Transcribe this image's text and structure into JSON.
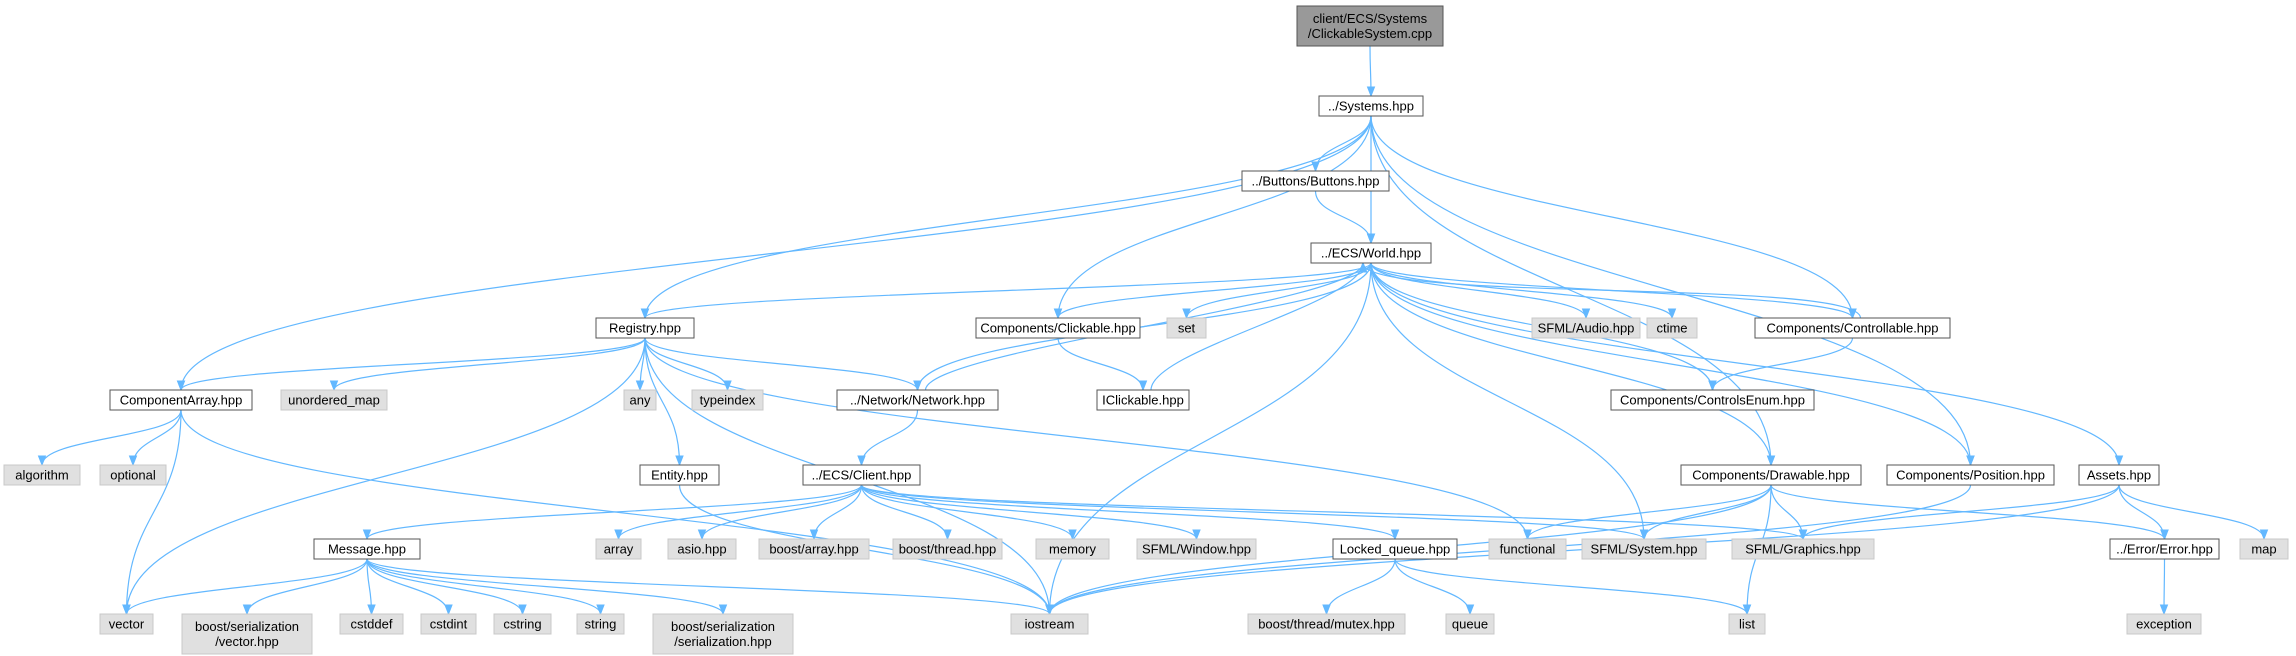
{
  "diagram": {
    "nodes": [
      {
        "id": "root",
        "label": [
          "client/ECS/Systems",
          "/ClickableSystem.cpp"
        ],
        "kind": "root"
      },
      {
        "id": "systems",
        "label": [
          "../Systems.hpp"
        ],
        "kind": "main"
      },
      {
        "id": "buttons",
        "label": [
          "../Buttons/Buttons.hpp"
        ],
        "kind": "main"
      },
      {
        "id": "world",
        "label": [
          "../ECS/World.hpp"
        ],
        "kind": "main"
      },
      {
        "id": "registry",
        "label": [
          "Registry.hpp"
        ],
        "kind": "main"
      },
      {
        "id": "clickable",
        "label": [
          "Components/Clickable.hpp"
        ],
        "kind": "main"
      },
      {
        "id": "set",
        "label": [
          "set"
        ],
        "kind": "ext"
      },
      {
        "id": "sfaudio",
        "label": [
          "SFML/Audio.hpp"
        ],
        "kind": "ext"
      },
      {
        "id": "ctime",
        "label": [
          "ctime"
        ],
        "kind": "ext"
      },
      {
        "id": "controllable",
        "label": [
          "Components/Controllable.hpp"
        ],
        "kind": "main"
      },
      {
        "id": "comparray",
        "label": [
          "ComponentArray.hpp"
        ],
        "kind": "main"
      },
      {
        "id": "unordered",
        "label": [
          "unordered_map"
        ],
        "kind": "ext"
      },
      {
        "id": "any",
        "label": [
          "any"
        ],
        "kind": "ext"
      },
      {
        "id": "typeindex",
        "label": [
          "typeindex"
        ],
        "kind": "ext"
      },
      {
        "id": "network",
        "label": [
          "../Network/Network.hpp"
        ],
        "kind": "main"
      },
      {
        "id": "iclickable",
        "label": [
          "IClickable.hpp"
        ],
        "kind": "main"
      },
      {
        "id": "controlsenum",
        "label": [
          "Components/ControlsEnum.hpp"
        ],
        "kind": "main"
      },
      {
        "id": "algorithm",
        "label": [
          "algorithm"
        ],
        "kind": "ext"
      },
      {
        "id": "optional",
        "label": [
          "optional"
        ],
        "kind": "ext"
      },
      {
        "id": "entity",
        "label": [
          "Entity.hpp"
        ],
        "kind": "main"
      },
      {
        "id": "client",
        "label": [
          "../ECS/Client.hpp"
        ],
        "kind": "main"
      },
      {
        "id": "drawable",
        "label": [
          "Components/Drawable.hpp"
        ],
        "kind": "main"
      },
      {
        "id": "position",
        "label": [
          "Components/Position.hpp"
        ],
        "kind": "main"
      },
      {
        "id": "assets",
        "label": [
          "Assets.hpp"
        ],
        "kind": "main"
      },
      {
        "id": "message",
        "label": [
          "Message.hpp"
        ],
        "kind": "main"
      },
      {
        "id": "array",
        "label": [
          "array"
        ],
        "kind": "ext"
      },
      {
        "id": "asio",
        "label": [
          "asio.hpp"
        ],
        "kind": "ext"
      },
      {
        "id": "boostarray",
        "label": [
          "boost/array.hpp"
        ],
        "kind": "ext"
      },
      {
        "id": "boostthread",
        "label": [
          "boost/thread.hpp"
        ],
        "kind": "ext"
      },
      {
        "id": "memory",
        "label": [
          "memory"
        ],
        "kind": "ext"
      },
      {
        "id": "sfwindow",
        "label": [
          "SFML/Window.hpp"
        ],
        "kind": "ext"
      },
      {
        "id": "lockedqueue",
        "label": [
          "Locked_queue.hpp"
        ],
        "kind": "main"
      },
      {
        "id": "functional",
        "label": [
          "functional"
        ],
        "kind": "ext"
      },
      {
        "id": "sfsystem",
        "label": [
          "SFML/System.hpp"
        ],
        "kind": "ext"
      },
      {
        "id": "sfgraphics",
        "label": [
          "SFML/Graphics.hpp"
        ],
        "kind": "ext"
      },
      {
        "id": "error",
        "label": [
          "../Error/Error.hpp"
        ],
        "kind": "main"
      },
      {
        "id": "map",
        "label": [
          "map"
        ],
        "kind": "ext"
      },
      {
        "id": "vector",
        "label": [
          "vector"
        ],
        "kind": "ext"
      },
      {
        "id": "boostservec",
        "label": [
          "boost/serialization",
          "/vector.hpp"
        ],
        "kind": "ext"
      },
      {
        "id": "cstddef",
        "label": [
          "cstddef"
        ],
        "kind": "ext"
      },
      {
        "id": "cstdint",
        "label": [
          "cstdint"
        ],
        "kind": "ext"
      },
      {
        "id": "cstring",
        "label": [
          "cstring"
        ],
        "kind": "ext"
      },
      {
        "id": "string",
        "label": [
          "string"
        ],
        "kind": "ext"
      },
      {
        "id": "boostserser",
        "label": [
          "boost/serialization",
          "/serialization.hpp"
        ],
        "kind": "ext"
      },
      {
        "id": "iostream",
        "label": [
          "iostream"
        ],
        "kind": "ext"
      },
      {
        "id": "boostmutex",
        "label": [
          "boost/thread/mutex.hpp"
        ],
        "kind": "ext"
      },
      {
        "id": "queue",
        "label": [
          "queue"
        ],
        "kind": "ext"
      },
      {
        "id": "list",
        "label": [
          "list"
        ],
        "kind": "ext"
      },
      {
        "id": "exception",
        "label": [
          "exception"
        ],
        "kind": "ext"
      }
    ],
    "edges": [
      [
        "root",
        "systems"
      ],
      [
        "systems",
        "buttons"
      ],
      [
        "systems",
        "world"
      ],
      [
        "systems",
        "registry"
      ],
      [
        "systems",
        "clickable"
      ],
      [
        "systems",
        "controllable"
      ],
      [
        "systems",
        "comparray"
      ],
      [
        "systems",
        "drawable"
      ],
      [
        "systems",
        "position"
      ],
      [
        "buttons",
        "world"
      ],
      [
        "world",
        "registry"
      ],
      [
        "world",
        "clickable"
      ],
      [
        "world",
        "set"
      ],
      [
        "world",
        "sfaudio"
      ],
      [
        "world",
        "ctime"
      ],
      [
        "world",
        "controllable"
      ],
      [
        "world",
        "network"
      ],
      [
        "world",
        "controlsenum"
      ],
      [
        "world",
        "drawable"
      ],
      [
        "world",
        "position"
      ],
      [
        "world",
        "assets"
      ],
      [
        "world",
        "sfsystem"
      ],
      [
        "world",
        "iostream"
      ],
      [
        "registry",
        "comparray"
      ],
      [
        "registry",
        "unordered"
      ],
      [
        "registry",
        "any"
      ],
      [
        "registry",
        "typeindex"
      ],
      [
        "registry",
        "network"
      ],
      [
        "registry",
        "entity"
      ],
      [
        "registry",
        "vector"
      ],
      [
        "registry",
        "iostream"
      ],
      [
        "registry",
        "functional"
      ],
      [
        "clickable",
        "iclickable"
      ],
      [
        "iclickable",
        "world"
      ],
      [
        "controllable",
        "world"
      ],
      [
        "controllable",
        "controlsenum"
      ],
      [
        "network",
        "world"
      ],
      [
        "network",
        "client"
      ],
      [
        "comparray",
        "algorithm"
      ],
      [
        "comparray",
        "optional"
      ],
      [
        "comparray",
        "vector"
      ],
      [
        "comparray",
        "iostream"
      ],
      [
        "entity",
        "iostream"
      ],
      [
        "client",
        "message"
      ],
      [
        "client",
        "array"
      ],
      [
        "client",
        "asio"
      ],
      [
        "client",
        "boostarray"
      ],
      [
        "client",
        "boostthread"
      ],
      [
        "client",
        "memory"
      ],
      [
        "client",
        "sfwindow"
      ],
      [
        "client",
        "lockedqueue"
      ],
      [
        "client",
        "sfsystem"
      ],
      [
        "client",
        "sfgraphics"
      ],
      [
        "message",
        "vector"
      ],
      [
        "message",
        "boostservec"
      ],
      [
        "message",
        "cstddef"
      ],
      [
        "message",
        "cstdint"
      ],
      [
        "message",
        "cstring"
      ],
      [
        "message",
        "string"
      ],
      [
        "message",
        "boostserser"
      ],
      [
        "message",
        "iostream"
      ],
      [
        "lockedqueue",
        "boostmutex"
      ],
      [
        "lockedqueue",
        "queue"
      ],
      [
        "lockedqueue",
        "list"
      ],
      [
        "drawable",
        "functional"
      ],
      [
        "drawable",
        "sfsystem"
      ],
      [
        "drawable",
        "sfgraphics"
      ],
      [
        "drawable",
        "iostream"
      ],
      [
        "drawable",
        "error"
      ],
      [
        "drawable",
        "list"
      ],
      [
        "position",
        "iostream"
      ],
      [
        "assets",
        "sfgraphics"
      ],
      [
        "assets",
        "map"
      ],
      [
        "assets",
        "error"
      ],
      [
        "assets",
        "iostream"
      ],
      [
        "error",
        "exception"
      ]
    ]
  }
}
